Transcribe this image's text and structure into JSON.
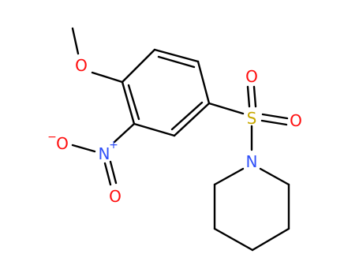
{
  "molecule": {
    "atom_labels": {
      "methoxy_o": "O",
      "nitro_n": "N",
      "nitro_o_upper": "O",
      "nitro_o_lower": "O",
      "sulfonyl_s": "S",
      "sulfonyl_o_upper": "O",
      "sulfonyl_o_right": "O",
      "piperidine_n": "N"
    },
    "charges": {
      "nitro_n": "+",
      "nitro_o_upper": "−"
    },
    "colors": {
      "bond": "#000000",
      "oxygen": "#ff0d0d",
      "nitrogen": "#3050f8",
      "sulfur": "#c8a800"
    }
  }
}
